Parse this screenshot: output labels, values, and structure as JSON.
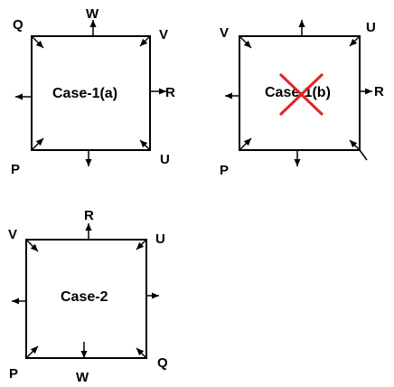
{
  "diagram": {
    "case1a": {
      "title": "Case-1(a)",
      "labels": {
        "top_left": "Q",
        "top": "W",
        "top_right": "V",
        "right": "R",
        "bottom_left": "P",
        "bottom_right": "U"
      }
    },
    "case1b": {
      "title": "Case-1(b)",
      "labels": {
        "top_left": "V",
        "top_right": "U",
        "right": "R",
        "bottom_left": "P"
      },
      "cross_color": "#e02424"
    },
    "case2": {
      "title": "Case-2",
      "labels": {
        "top_left": "V",
        "top": "R",
        "top_right": "U",
        "bottom_left": "P",
        "bottom": "W",
        "bottom_right": "Q"
      }
    }
  }
}
